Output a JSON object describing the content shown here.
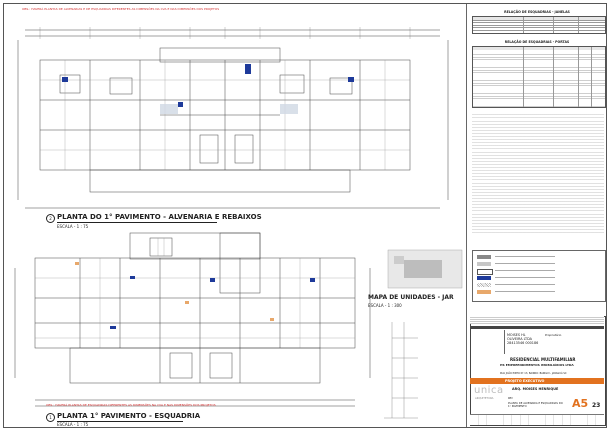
{
  "notes": {
    "top_red": "OBS.: HAVERÁ PLANTAS DE ALVENARIAS E DE ESQUADRIAS DIFERENTES AS DIMENSÕES NA CVA E NAS DIMENSÕES DOS PROJETOS",
    "bottom_red": "OBS.: HAVERÁ PLANTAS DE ESQUADRIAS DIFERENTES AS DIMENSÕES NA CVA E NAS DIMENSÕES DOS PROJETOS"
  },
  "plans": [
    {
      "number": "2",
      "title": "PLANTA DO 1° PAVIMENTO - ALVENARIA E REBAIXOS",
      "scale": "ESCALA - 1 : 75"
    },
    {
      "number": "1",
      "title": "PLANTA 1° PAVIMENTO - ESQUADRIA",
      "scale": "ESCALA - 1 : 75"
    }
  ],
  "unit_map": {
    "title": "MAPA DE UNIDADES - JAR",
    "scale": "ESCALA - 1 : 300"
  },
  "tables": {
    "windows_title": "RELAÇÃO DE ESQUADRIAS - JANELAS",
    "doors_title": "RELAÇÃO DE ESQUADRIAS - PORTAS"
  },
  "title_block": {
    "owner": "MOISES HL OLIVEIRA LTDA 28413546 000186",
    "owner_side": "Proprietário",
    "project_name": "RESIDENCIAL MULTIFAMILIAR",
    "company": "HS EMPREENDIMENTOS IMOBILIÁRIOS LTDA",
    "address": "RUA JOÃO PINTO Nº 13, BAIRRO: BARIGUI - JARAGUÁ SC",
    "brand": "unica",
    "brand_sub": "ARQUITETURA",
    "architect": "ARQ. MOISES HENRIQUE",
    "stage": "PROJETO EXECUTIVO",
    "sheet_size": "A5",
    "sheet_number": "23",
    "content": "PLANTA DE ALVENARIA E ESQUADRIAS DO 1º PAVIMENTO",
    "drawing": "REV"
  },
  "colors": {
    "accent_orange": "#e2721f",
    "wall_blue": "#1e3a9a",
    "note_red": "#d32f2f",
    "line": "#333333"
  }
}
